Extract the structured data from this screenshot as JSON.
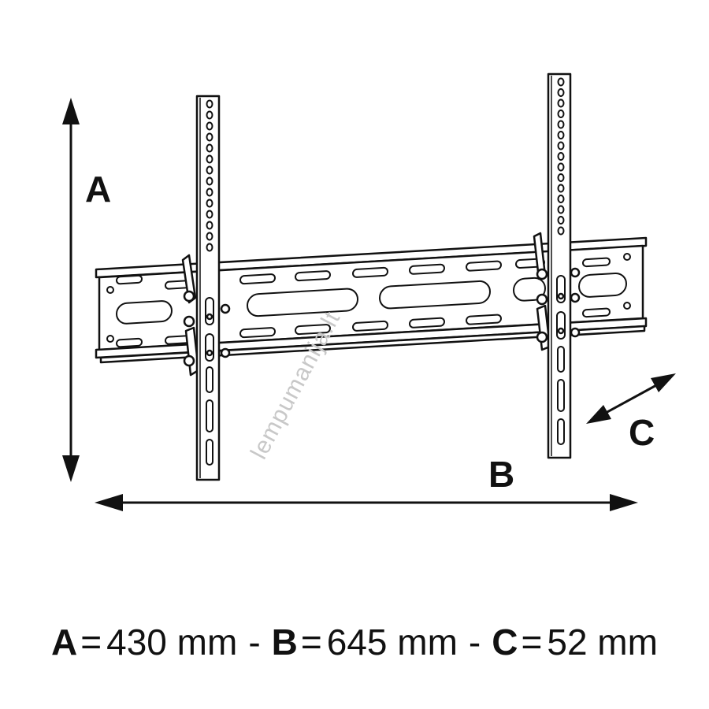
{
  "diagram": {
    "labels": {
      "a": "A",
      "b": "B",
      "c": "C"
    },
    "watermark": "lempumanija.lt"
  },
  "legend": {
    "a_key": "A",
    "a_value": "430 mm",
    "b_key": "B",
    "b_value": "645 mm",
    "c_key": "C",
    "c_value": "52 mm",
    "equals": "=",
    "separator": "-"
  }
}
